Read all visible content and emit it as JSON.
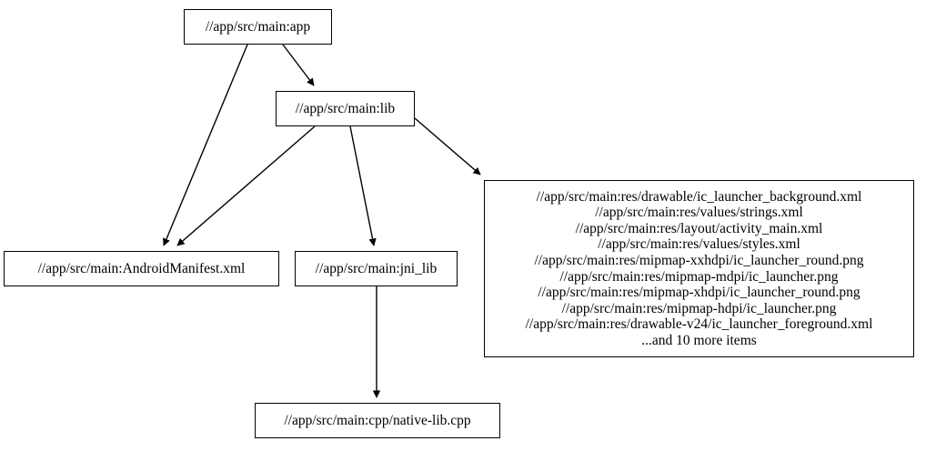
{
  "diagram": {
    "type": "directed-graph",
    "title": "",
    "background_color": "#ffffff",
    "stroke_color": "#000000",
    "text_color": "#000000",
    "nodes": [
      {
        "id": "app",
        "label": "//app/src/main:app",
        "shape": "rectangle"
      },
      {
        "id": "lib",
        "label": "//app/src/main:lib",
        "shape": "rectangle"
      },
      {
        "id": "manifest",
        "label": "//app/src/main:AndroidManifest.xml",
        "shape": "rectangle"
      },
      {
        "id": "jni_lib",
        "label": "//app/src/main:jni_lib",
        "shape": "rectangle"
      },
      {
        "id": "native_lib",
        "label": "//app/src/main:cpp/native-lib.cpp",
        "shape": "rectangle"
      },
      {
        "id": "res_group",
        "shape": "rectangle",
        "lines": [
          "//app/src/main:res/drawable/ic_launcher_background.xml",
          "//app/src/main:res/values/strings.xml",
          "//app/src/main:res/layout/activity_main.xml",
          "//app/src/main:res/values/styles.xml",
          "//app/src/main:res/mipmap-xxhdpi/ic_launcher_round.png",
          "//app/src/main:res/mipmap-mdpi/ic_launcher.png",
          "//app/src/main:res/mipmap-xhdpi/ic_launcher_round.png",
          "//app/src/main:res/mipmap-hdpi/ic_launcher.png",
          "//app/src/main:res/drawable-v24/ic_launcher_foreground.xml",
          "...and 10 more items"
        ],
        "overflow_note": "...and 10 more items"
      }
    ],
    "edges": [
      {
        "from": "app",
        "to": "manifest",
        "arrow": "to"
      },
      {
        "from": "app",
        "to": "lib",
        "arrow": "to"
      },
      {
        "from": "lib",
        "to": "manifest",
        "arrow": "to"
      },
      {
        "from": "lib",
        "to": "jni_lib",
        "arrow": "to"
      },
      {
        "from": "lib",
        "to": "res_group",
        "arrow": "to"
      },
      {
        "from": "jni_lib",
        "to": "native_lib",
        "arrow": "to"
      }
    ]
  }
}
